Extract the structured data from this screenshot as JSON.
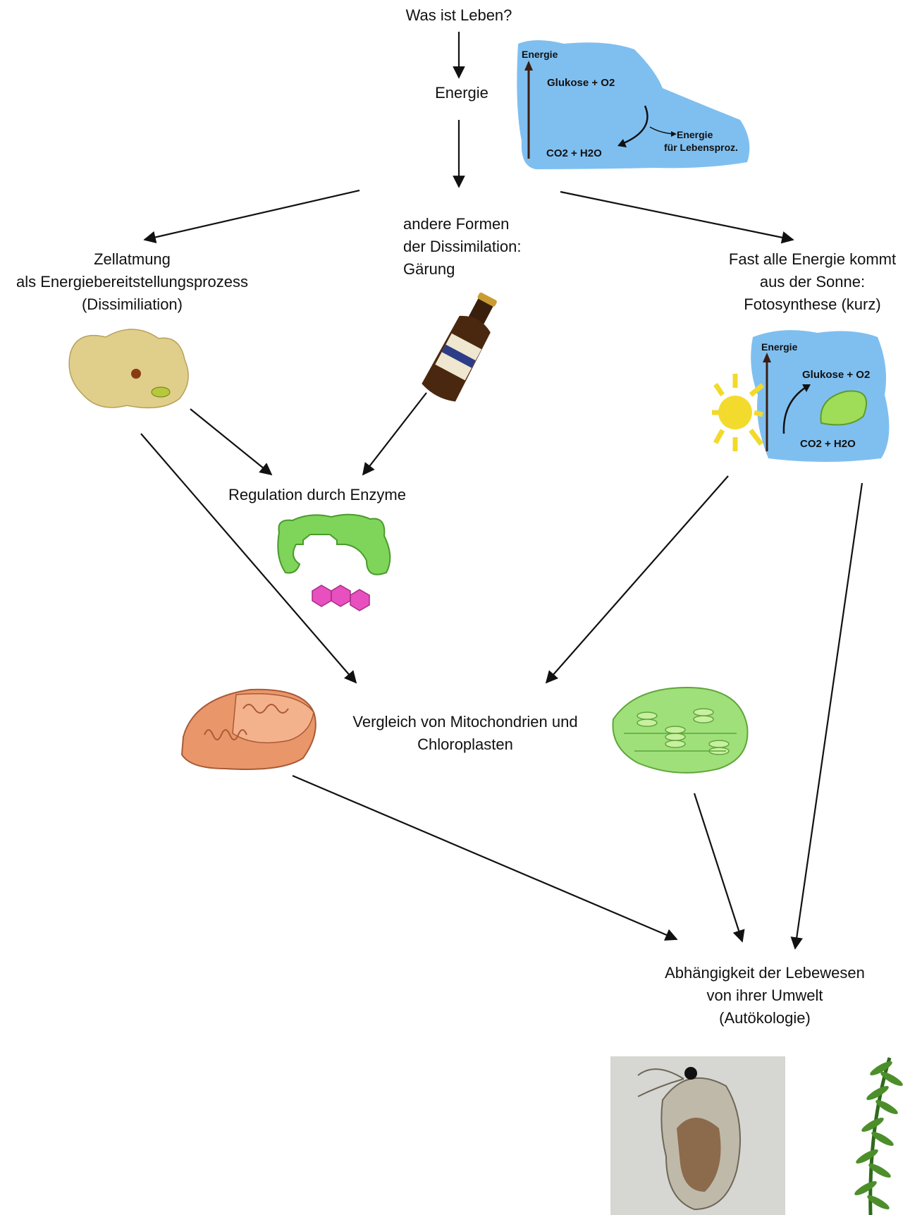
{
  "nodes": {
    "leben": {
      "text": "Was ist Leben?"
    },
    "energie": {
      "text": "Energie"
    },
    "zellatmung": {
      "lines": [
        "Zellatmung",
        "als Energiebereitstellungsprozess",
        "(Dissimiliation)"
      ]
    },
    "gaerung": {
      "lines": [
        "andere Formen",
        "der Dissimilation:",
        "Gärung"
      ]
    },
    "fotosynthese": {
      "lines": [
        "Fast alle Energie kommt",
        "aus der Sonne:",
        "Fotosynthese (kurz)"
      ]
    },
    "enzyme": {
      "text": "Regulation durch Enzyme"
    },
    "vergleich": {
      "lines": [
        "Vergleich von Mitochondrien und",
        "Chloroplasten"
      ]
    },
    "autoekologie": {
      "lines": [
        "Abhängigkeit der Lebewesen",
        "von ihrer Umwelt",
        "(Autökologie)"
      ]
    }
  },
  "respiration_diagram": {
    "energy_label": "Energie",
    "reactants": "Glukose  + O2",
    "products": "CO2 + H2O",
    "output_label_1": "Energie",
    "output_label_2": "für Lebensproz."
  },
  "photosynthesis_diagram": {
    "energy_label": "Energie",
    "products": "Glukose  + O2",
    "reactants": "CO2 + H2O"
  },
  "colors": {
    "arrow": "#111111",
    "diagram_bg": "#7fbff0",
    "enzyme_green": "#7ed55a",
    "substrate_pink": "#e84fbf",
    "mitochondrion": "#e9966a",
    "chloroplast": "#9fe07a"
  }
}
